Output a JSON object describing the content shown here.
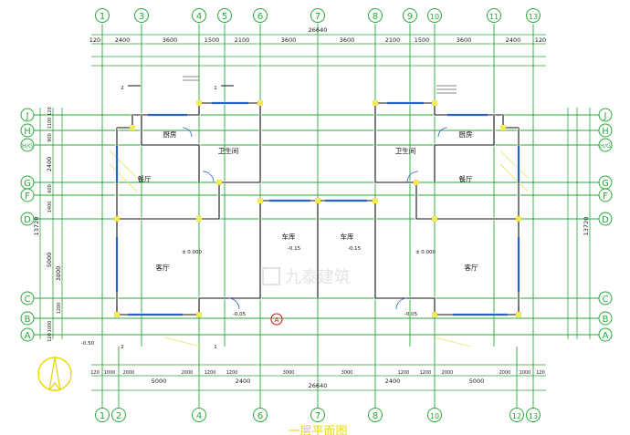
{
  "axes_top": [
    "1",
    "3",
    "4",
    "5",
    "6",
    "7",
    "8",
    "9",
    "10",
    "11",
    "13"
  ],
  "axes_bottom": [
    "1",
    "2",
    "4",
    "6",
    "7",
    "8",
    "10",
    "12",
    "13"
  ],
  "axes_left": [
    "J",
    "H",
    "H/G",
    "G",
    "F",
    "D",
    "C",
    "B",
    "A"
  ],
  "axes_right": [
    "J",
    "H",
    "H/G",
    "G",
    "F",
    "D",
    "C",
    "B",
    "A"
  ],
  "top_overall": "26640",
  "top_dims": [
    "120",
    "2400",
    "3600",
    "1500",
    "2100",
    "3600",
    "3600",
    "2100",
    "1500",
    "3600",
    "2400",
    "120"
  ],
  "bottom_overall": "26640",
  "bottom_dims": [
    "120",
    "1000",
    "2000",
    "5000",
    "2000",
    "1200",
    "1200",
    "2400",
    "3000",
    "3000",
    "2400",
    "1200",
    "1200",
    "2000",
    "5000",
    "2000",
    "1000",
    "120"
  ],
  "left_dims": [
    "120",
    "1100",
    "900",
    "2400",
    "600",
    "1400",
    "5000",
    "3800",
    "1200",
    "1000",
    "120"
  ],
  "left_overall": "13720",
  "right_overall": "13720",
  "rooms": {
    "kitchen_l": "厨房",
    "kitchen_r": "厨房",
    "bath_l": "卫生间",
    "bath_r": "卫生间",
    "dining_l": "餐厅",
    "dining_r": "餐厅",
    "living_l": "客厅",
    "living_r": "客厅",
    "garage_l": "车库",
    "garage_r": "车库"
  },
  "elevations": {
    "living_l": "± 0.000",
    "living_r": "± 0.000",
    "garage_l": "-0.15",
    "garage_r": "-0.15",
    "porch_l": "-0.05",
    "porch_r": "-0.05",
    "outside": "-0.50"
  },
  "section_marks": [
    "2",
    "1",
    "2",
    "1"
  ],
  "detail_marker": "A",
  "watermark": "九泰建筑",
  "drawing_title": "一层平面图",
  "colors": {
    "grid": "#2aa83a",
    "wall": "#ffffff",
    "window": "#2a62c8",
    "column": "#f2ea58",
    "title": "#e8d800",
    "background": "#ffffff"
  }
}
